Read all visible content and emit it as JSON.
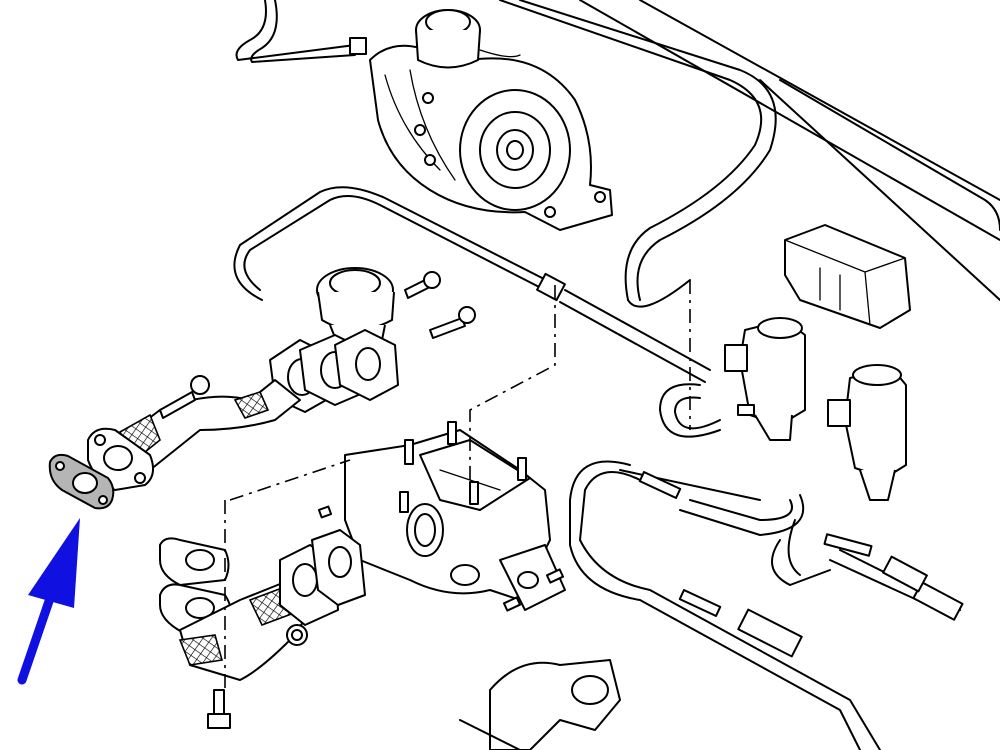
{
  "diagram": {
    "highlight_color": "#b5b5b5",
    "arrow_color": "#1010e0",
    "line_color": "#000000",
    "background": "#ffffff",
    "components": [
      {
        "id": "turbocharger",
        "icon": "turbocharger-icon"
      },
      {
        "id": "egr-valve",
        "icon": "egr-valve-icon"
      },
      {
        "id": "egr-pipe",
        "icon": "egr-pipe-icon"
      },
      {
        "id": "egr-gasket-highlighted",
        "icon": "gasket-icon"
      },
      {
        "id": "exhaust-manifold",
        "icon": "manifold-icon"
      },
      {
        "id": "solenoid-valve-1",
        "icon": "solenoid-icon"
      },
      {
        "id": "solenoid-valve-2",
        "icon": "solenoid-icon"
      },
      {
        "id": "protective-cap",
        "icon": "cap-icon"
      },
      {
        "id": "vacuum-hoses",
        "icon": "hose-icon"
      }
    ]
  }
}
